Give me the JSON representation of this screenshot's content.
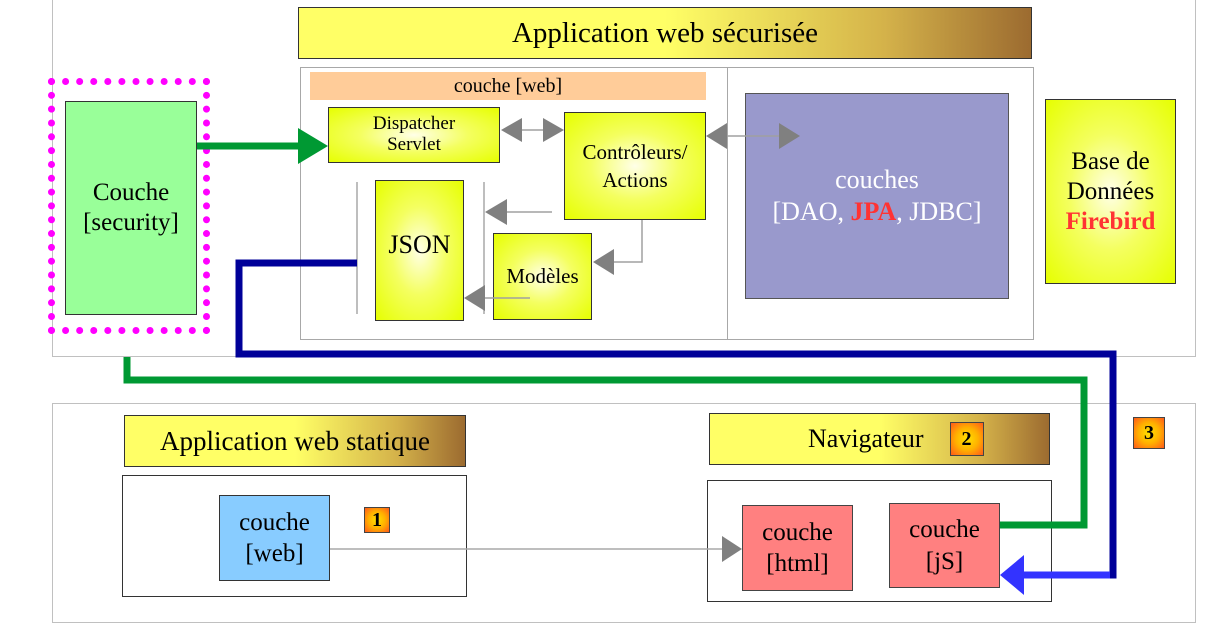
{
  "secure_app": {
    "title": "Application web sécurisée",
    "security_layer": {
      "line1": "Couche",
      "line2": "[security]"
    },
    "web_layer": {
      "label": "couche [web]",
      "dispatcher": {
        "line1": "Dispatcher",
        "line2": "Servlet"
      },
      "controllers": {
        "line1": "Contrôleurs/",
        "line2": "Actions"
      },
      "json": "JSON",
      "models": "Modèles"
    },
    "backend_layers": {
      "line1": "couches",
      "prefix": "[DAO, ",
      "highlight": "JPA",
      "suffix": ", JDBC]"
    },
    "database": {
      "line1": "Base de",
      "line2": "Données",
      "highlight": "Firebird"
    }
  },
  "static_app": {
    "title": "Application web statique",
    "web_layer": {
      "line1": "couche",
      "line2": "[web]"
    },
    "badge": "1"
  },
  "browser": {
    "title": "Navigateur",
    "badge": "2",
    "html_layer": {
      "line1": "couche",
      "line2": "[html]"
    },
    "js_layer": {
      "line1": "couche",
      "line2": "[jS]"
    }
  },
  "flow_badge": "3",
  "colors": {
    "green_flow": "#009933",
    "blue_flow": "#000099",
    "blue_arrow": "#3333ff",
    "gray_arrow": "#808080",
    "security_dotted": "#ff00ff",
    "highlight_red": "#ff3333"
  }
}
